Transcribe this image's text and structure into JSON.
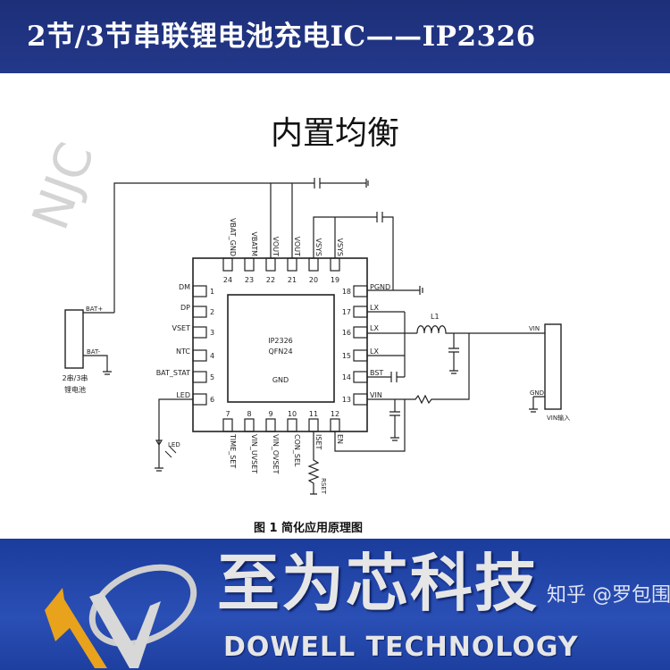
{
  "header": {
    "title": "2节/3节串联锂电池充电IC——IP2326"
  },
  "subtitle": "内置均衡",
  "watermark": "NJC",
  "chip": {
    "name": "IP2326",
    "package": "QFN24",
    "pad": "GND",
    "left_pins": [
      {
        "num": "1",
        "label": "DM"
      },
      {
        "num": "2",
        "label": "DP"
      },
      {
        "num": "3",
        "label": "VSET"
      },
      {
        "num": "4",
        "label": "NTC"
      },
      {
        "num": "5",
        "label": "BAT_STAT"
      },
      {
        "num": "6",
        "label": "LED"
      }
    ],
    "right_pins": [
      {
        "num": "18",
        "label": "PGND"
      },
      {
        "num": "17",
        "label": "LX"
      },
      {
        "num": "16",
        "label": "LX"
      },
      {
        "num": "15",
        "label": "LX"
      },
      {
        "num": "14",
        "label": "BST"
      },
      {
        "num": "13",
        "label": "VIN"
      }
    ],
    "top_pins": [
      {
        "num": "24",
        "label": "VBAT_GND"
      },
      {
        "num": "23",
        "label": "VBATM"
      },
      {
        "num": "22",
        "label": "VOUT"
      },
      {
        "num": "21",
        "label": "VOUT"
      },
      {
        "num": "20",
        "label": "VSYS"
      },
      {
        "num": "19",
        "label": "VSYS"
      }
    ],
    "bottom_pins": [
      {
        "num": "7",
        "label": "TIME_SET"
      },
      {
        "num": "8",
        "label": "VIN_UVSET"
      },
      {
        "num": "9",
        "label": "VIN_OVSET"
      },
      {
        "num": "10",
        "label": "CON_SEL"
      },
      {
        "num": "11",
        "label": "ISET"
      },
      {
        "num": "12",
        "label": "EN"
      }
    ]
  },
  "battery": {
    "pos": "BAT+",
    "neg": "BAT-",
    "line1": "2串/3串",
    "line2": "锂电池"
  },
  "inductor": "L1",
  "led": "LED",
  "rset": "RSET",
  "vin_connector": {
    "vin": "VIN",
    "gnd": "GND",
    "label": "VIN输入"
  },
  "caption": "图 1 简化应用原理图",
  "brand": {
    "cn": "至为芯科技",
    "en": "DOWELL TECHNOLOGY",
    "credit": "知乎 @罗包围",
    "logo_orange": "#e8a21c",
    "bg": "#2349ad"
  }
}
